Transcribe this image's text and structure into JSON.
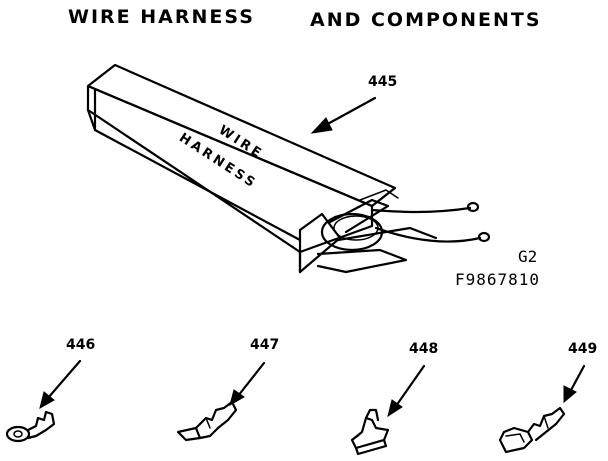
{
  "title_left": "WIRE HARNESS",
  "title_right": "AND COMPONENTS",
  "box_label_line1": "WIRE",
  "box_label_line2": "HARNESS",
  "diagram_code": "G2",
  "part_number": "F9867810",
  "callouts": [
    {
      "id": "445",
      "label": "445"
    },
    {
      "id": "446",
      "label": "446"
    },
    {
      "id": "447",
      "label": "447"
    },
    {
      "id": "448",
      "label": "448"
    },
    {
      "id": "449",
      "label": "449"
    }
  ]
}
